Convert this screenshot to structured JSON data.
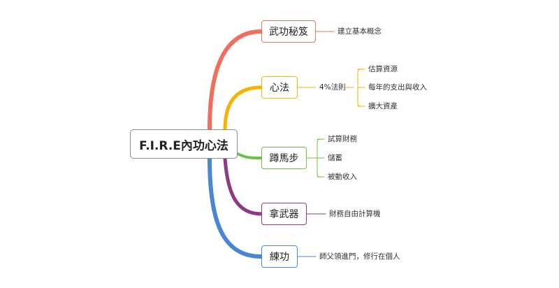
{
  "central": {
    "title": "F.I.R.E內功心法"
  },
  "branches": [
    {
      "label": "武功秘笈",
      "color": "#f26d5b",
      "children": [
        "建立基本概念"
      ]
    },
    {
      "label": "心法",
      "color": "#f5b400",
      "mid": "4%法則",
      "children": [
        "估算資源",
        "每年的支出與收入",
        "擴大資產"
      ]
    },
    {
      "label": "蹲馬步",
      "color": "#6cc04a",
      "children": [
        "試算財務",
        "儲蓄",
        "被動收入"
      ]
    },
    {
      "label": "拿武器",
      "color": "#8e3a80",
      "children": [
        "財務自由計算機"
      ]
    },
    {
      "label": "練功",
      "color": "#4a86d6",
      "children": [
        "師父領進門，修行在個人"
      ]
    }
  ]
}
